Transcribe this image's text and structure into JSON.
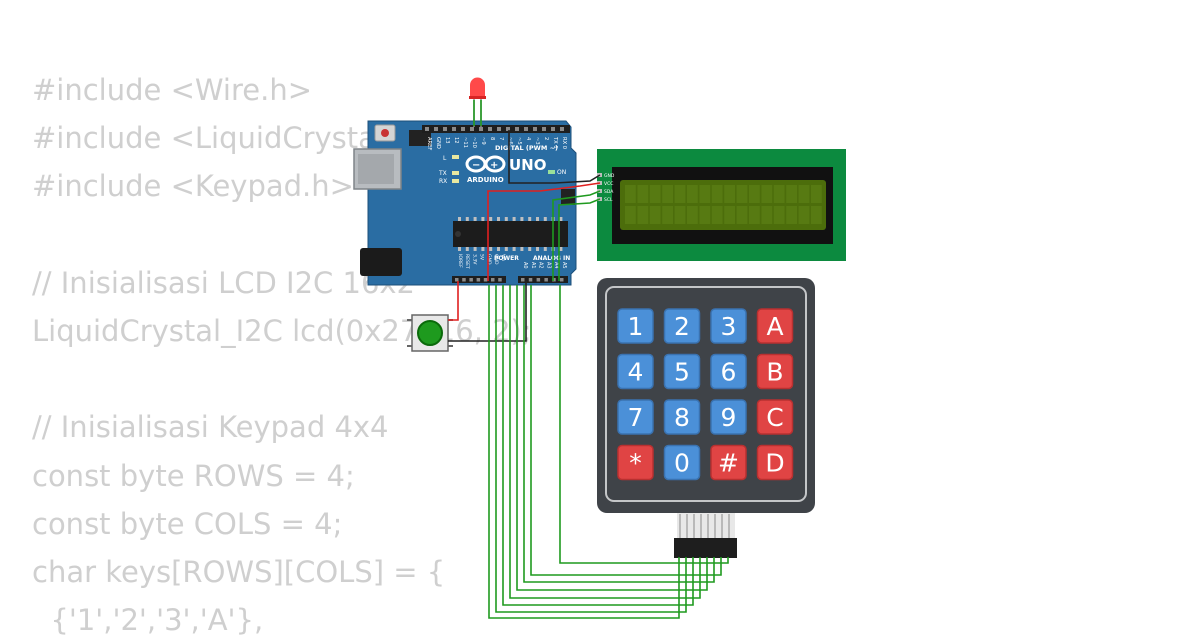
{
  "code": {
    "lines": [
      "#include <Wire.h>",
      "#include <LiquidCrystal_I2C.h>",
      "#include <Keypad.h>",
      "",
      "// Inisialisasi LCD I2C 16x2",
      "LiquidCrystal_I2C lcd(0x27, 16, 2);",
      "",
      "// Inisialisasi Keypad 4x4",
      "const byte ROWS = 4;",
      "const byte COLS = 4;",
      "char keys[ROWS][COLS] = {",
      "  {'1','2','3','A'},"
    ]
  },
  "arduino": {
    "brand": "ARDUINO",
    "model": "UNO",
    "digital_label": "DIGITAL (PWM ~)",
    "power_label": "POWER",
    "analog_label": "ANALOG IN",
    "tx_label": "TX",
    "rx_label": "RX",
    "l_label": "L",
    "on_label": "ON",
    "top_pins": [
      "AREF",
      "GND",
      "13",
      "12",
      "~11",
      "~10",
      "~9",
      "8",
      "7",
      "~6",
      "~5",
      "4",
      "~3",
      "2",
      "TX 1",
      "RX 0"
    ],
    "power_pins": [
      "IOREF",
      "RESET",
      "3.3V",
      "5V",
      "GND",
      "GND",
      "Vin"
    ],
    "analog_pins": [
      "A0",
      "A1",
      "A2",
      "A3",
      "A4",
      "A5"
    ]
  },
  "lcd": {
    "pins": [
      "GND",
      "VCC",
      "SDA",
      "SCL"
    ]
  },
  "keypad": {
    "keys": [
      [
        "1",
        "2",
        "3",
        "A"
      ],
      [
        "4",
        "5",
        "6",
        "B"
      ],
      [
        "7",
        "8",
        "9",
        "C"
      ],
      [
        "*",
        "0",
        "#",
        "D"
      ]
    ]
  },
  "colors": {
    "board": "#2a6da3",
    "lcd_pcb": "#0c8a3f",
    "lcd_screen": "#4c6d0b",
    "keypad_body": "#3f4348",
    "key_blue": "#4b90d8",
    "key_red": "#e04444",
    "wire_green": "#1f9a1f",
    "wire_red": "#e02020",
    "wire_black": "#222222",
    "led": "#ff3a3a",
    "button_cap": "#1e9a1e"
  }
}
